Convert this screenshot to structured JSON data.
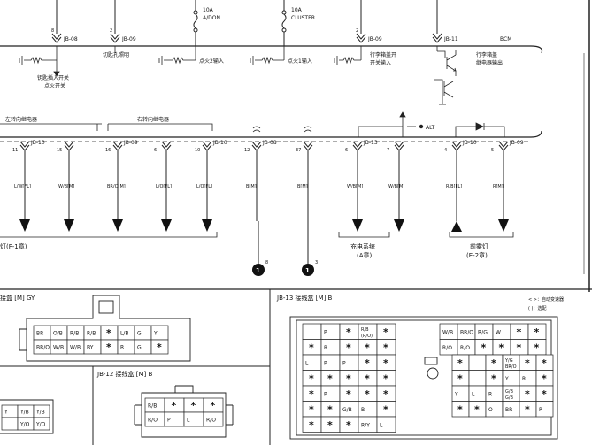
{
  "top_labels": {
    "fuse_10a_1": "10A",
    "fuse_adon": "A/DON",
    "fuse_10a_2": "10A",
    "fuse_cluster": "CLUSTER",
    "bcm": "BCM",
    "jb08": "JB-08",
    "jb09": "JB-09",
    "jb09b": "JB-09",
    "jb11": "JB-11",
    "pin8": "8",
    "pin2": "2",
    "pin2b": "2",
    "key_switch": "钥匙插入开关",
    "key_switch2": "点火开关",
    "anti_theft": "切匙孔照明",
    "ign_input2": "点火2输入",
    "ign_input1": "点火1输入",
    "trunk_switch": "行李箱盖开",
    "trunk_switch2": "开关输入",
    "trunk_relay": "行李箱盖",
    "trunk_relay2": "继电器输出"
  },
  "mid_labels": {
    "left_relay": "左转向继电器",
    "right_relay": "右转向继电器",
    "alt": "ALT",
    "conn": [
      {
        "name": "JB-10",
        "pin": "11",
        "wire": "L/W[FL]"
      },
      {
        "name": "",
        "pin": "15",
        "wire": "W/B[M]"
      },
      {
        "name": "JB-09",
        "pin": "16",
        "wire": "BR/O[M]"
      },
      {
        "name": "",
        "pin": "6",
        "wire": "L/O[FL]"
      },
      {
        "name": "JB-10",
        "pin": "10",
        "wire": "L/O[FL]"
      },
      {
        "name": "JB-08",
        "pin": "12",
        "wire": "B[M]"
      },
      {
        "name": "",
        "pin": "37",
        "wire": "B[M]"
      },
      {
        "name": "JB-13",
        "pin": "6",
        "wire": "W/B[M]"
      },
      {
        "name": "",
        "pin": "7",
        "wire": "W/B[M]"
      },
      {
        "name": "JB-10",
        "pin": "4",
        "wire": "R/B[FL]"
      },
      {
        "name": "JB-09",
        "pin": "5",
        "wire": "R[M]"
      }
    ],
    "turn_lamp": "灯(F-1章)",
    "charge_sys": "充电系统",
    "charge_sys2": "(A章)",
    "fog_lamp": "前雾灯",
    "fog_lamp2": "(E-2章)",
    "ground_a": "1",
    "ground_b": "1",
    "ground_sup_a": "8",
    "ground_sup_b": "3"
  },
  "bottom": {
    "left_title": "接盒 [M] GY",
    "jb12_title": "JB-12 接线盒 [M] B",
    "jb13_title": "JB-13 接线盒 [M] B",
    "legend1": "< >：自动变速器",
    "legend2": "( )：选配",
    "left_rows": [
      [
        "BR",
        "O/B",
        "R/B",
        "R/B",
        "*",
        "L/B",
        "G",
        "Y"
      ],
      [
        "BR/O",
        "W/B",
        "W/B",
        "BY",
        "*",
        "R",
        "G",
        "*"
      ]
    ],
    "left_small": [
      [
        "Y",
        "Y/B",
        "Y/B"
      ],
      [
        "",
        "Y/O",
        "Y/O"
      ]
    ],
    "jb12_cells": [
      [
        "R/B",
        "*",
        "*",
        "*"
      ],
      [
        "R/O",
        "P",
        "L",
        "R/O"
      ]
    ],
    "jb13_block1": [
      [
        "",
        "P",
        "*",
        "R/B (R/O)",
        "*"
      ],
      [
        "*",
        "R",
        "*",
        "*",
        "*"
      ],
      [
        "L",
        "P",
        "P",
        "*",
        "*"
      ],
      [
        "*",
        "*",
        "*",
        "*",
        "*"
      ],
      [
        "*",
        "P",
        "*",
        "*",
        "*"
      ],
      [
        "*",
        "*",
        "G/B",
        "B",
        "*"
      ],
      [
        "*",
        "*",
        "*",
        "R/Y",
        "L"
      ]
    ],
    "jb13_block2": [
      [
        "W/B",
        "BR/O",
        "R/G",
        "W",
        "*",
        "*"
      ],
      [
        "R/O",
        "R/O",
        "*",
        "*",
        "*",
        "*"
      ],
      [
        "*",
        "",
        "*",
        "Y/G BR/O",
        "*",
        "*"
      ],
      [
        "*",
        "",
        "*",
        "Y",
        "R",
        "*"
      ],
      [
        "Y",
        "L",
        "R",
        "G/B G/B",
        "*",
        "*"
      ],
      [
        "*",
        "*",
        "O",
        "BR",
        "*",
        "R"
      ]
    ]
  }
}
